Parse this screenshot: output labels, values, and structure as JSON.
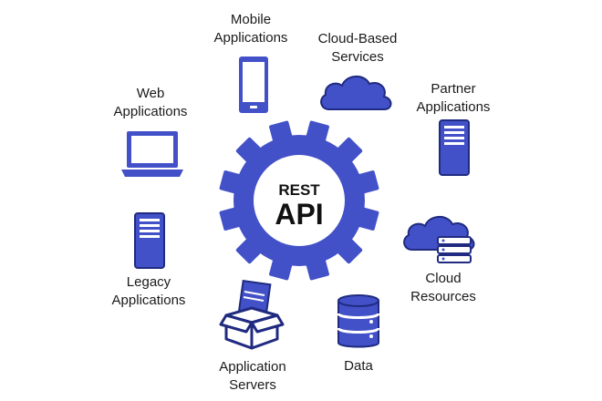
{
  "center": {
    "line1": "REST",
    "line2": "API"
  },
  "nodes": {
    "mobile": {
      "line1": "Mobile",
      "line2": "Applications",
      "icon": "smartphone-icon"
    },
    "cloud_services": {
      "line1": "Cloud-Based",
      "line2": "Services",
      "icon": "cloud-icon"
    },
    "partner": {
      "line1": "Partner",
      "line2": "Applications",
      "icon": "server-icon"
    },
    "cloud_resources": {
      "line1": "Cloud",
      "line2": "Resources",
      "icon": "cloud-server-icon"
    },
    "data": {
      "line1": "Data",
      "icon": "database-icon"
    },
    "app_servers": {
      "line1": "Application",
      "line2": "Servers",
      "icon": "open-box-icon"
    },
    "legacy": {
      "line1": "Legacy",
      "line2": "Applications",
      "icon": "server-icon"
    },
    "web": {
      "line1": "Web",
      "line2": "Applications",
      "icon": "laptop-icon"
    }
  },
  "colors": {
    "accent": "#4351c8",
    "accent_dark": "#1f2a80",
    "text": "#1a1a1a"
  }
}
